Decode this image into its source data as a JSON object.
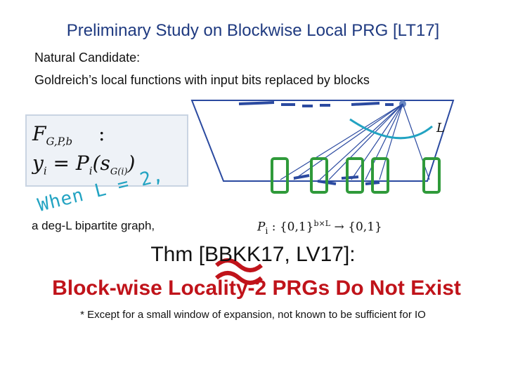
{
  "title": "Preliminary Study on Blockwise Local PRG [LT17]",
  "candidate": {
    "label": "Natural Candidate:",
    "description": "Goldreich’s local functions with input bits replaced by blocks"
  },
  "formula": {
    "func_label": "F",
    "func_subscript": "G,P,b",
    "colon": ":",
    "equation_lhs": "y",
    "equation_lhs_sub": "i",
    "equation_rhs": "= P",
    "equation_rhs_sub": "i",
    "equation_arg": "(s",
    "equation_arg_sub": "G(i)",
    "equation_close": ")"
  },
  "graph": {
    "locality_label": "L",
    "accent_color": "#2f9a3a",
    "edge_color": "#2b4aa0",
    "arc_color": "#22a3c2"
  },
  "overlay_text": "When L = 2,",
  "bipartite_text": "a deg-L bipartite graph,",
  "predicate": {
    "name": "P",
    "sub": "i",
    "domain": ": {0,1}",
    "domain_sup": "b×L",
    "arrow": "→",
    "codomain": "{0,1}"
  },
  "theorem": "Thm [BBKK17, LV17]:",
  "claim": "Block-wise Locality-2 PRGs Do Not Exist",
  "footnote": "* Except for a small window of expansion, not known to be sufficient for IO"
}
